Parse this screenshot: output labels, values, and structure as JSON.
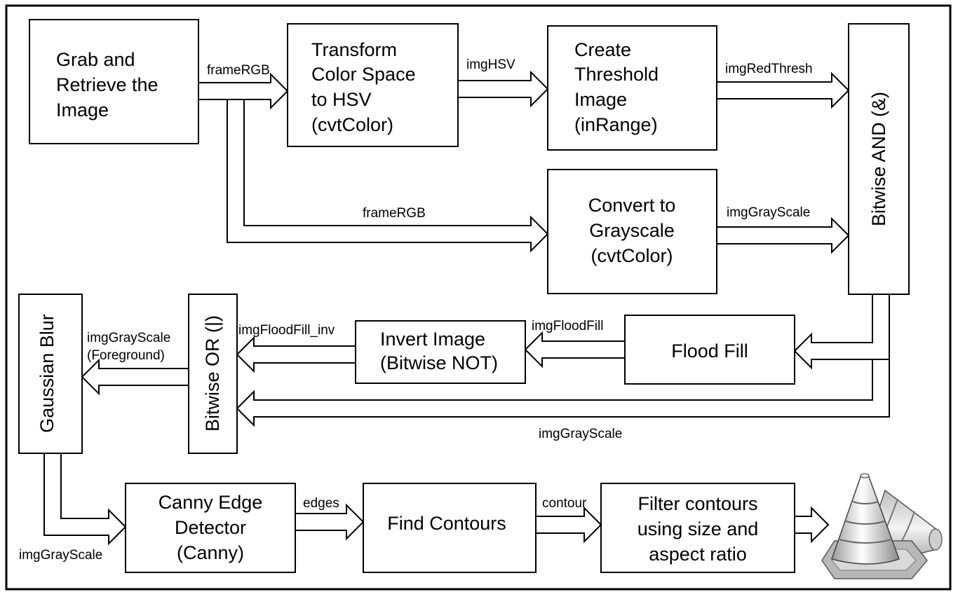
{
  "diagram": {
    "nodes": {
      "grab": [
        "Grab and",
        "Retrieve the",
        "Image"
      ],
      "hsv": [
        "Transform",
        "Color Space",
        "to HSV",
        "(cvtColor)"
      ],
      "threshold": [
        "Create",
        "Threshold",
        "Image",
        "(inRange)"
      ],
      "gray": [
        "Convert to",
        "Grayscale",
        "(cvtColor)"
      ],
      "and": "Bitwise AND (&)",
      "flood": "Flood Fill",
      "invert": [
        "Invert Image",
        "(Bitwise NOT)"
      ],
      "or": "Bitwise OR (|)",
      "gauss": "Gaussian Blur",
      "canny": [
        "Canny Edge",
        "Detector",
        "(Canny)"
      ],
      "contours": "Find Contours",
      "filter": [
        "Filter contours",
        "using size and",
        "aspect ratio"
      ]
    },
    "edges": {
      "frame_rgb_1": "frameRGB",
      "img_hsv": "imgHSV",
      "img_red_thresh": "imgRedThresh",
      "frame_rgb_2": "frameRGB",
      "img_gray_scale_1": "imgGrayScale",
      "img_flood_fill": "imgFloodFill",
      "img_flood_fill_inv": "imgFloodFill_inv",
      "img_gray_scale_fg": [
        "imgGrayScale",
        "(Foreground)"
      ],
      "img_gray_scale_2": "imgGrayScale",
      "img_gray_scale_3": "imgGrayScale",
      "edges": "edges",
      "contour": "contour"
    },
    "image": "traffic-cones"
  }
}
